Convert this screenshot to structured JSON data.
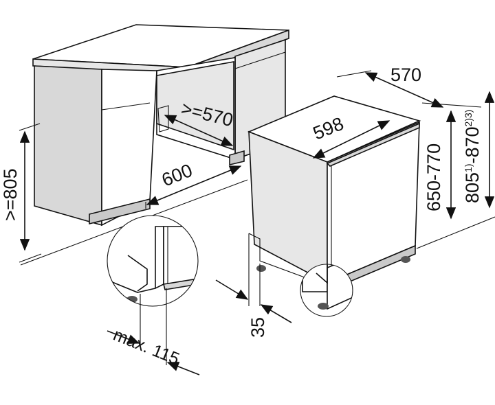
{
  "dimensions": {
    "counter_depth": ">=570",
    "counter_width": "600",
    "counter_height": ">=805",
    "appliance_depth": "570",
    "appliance_width": "598",
    "height_range": "650-770",
    "total_height_a": "805",
    "total_height_sup_a": "1)",
    "total_height_sep": "-870",
    "total_height_sup_b": "2)3)",
    "plinth_recess": "35",
    "max_offset": "max. 115"
  }
}
